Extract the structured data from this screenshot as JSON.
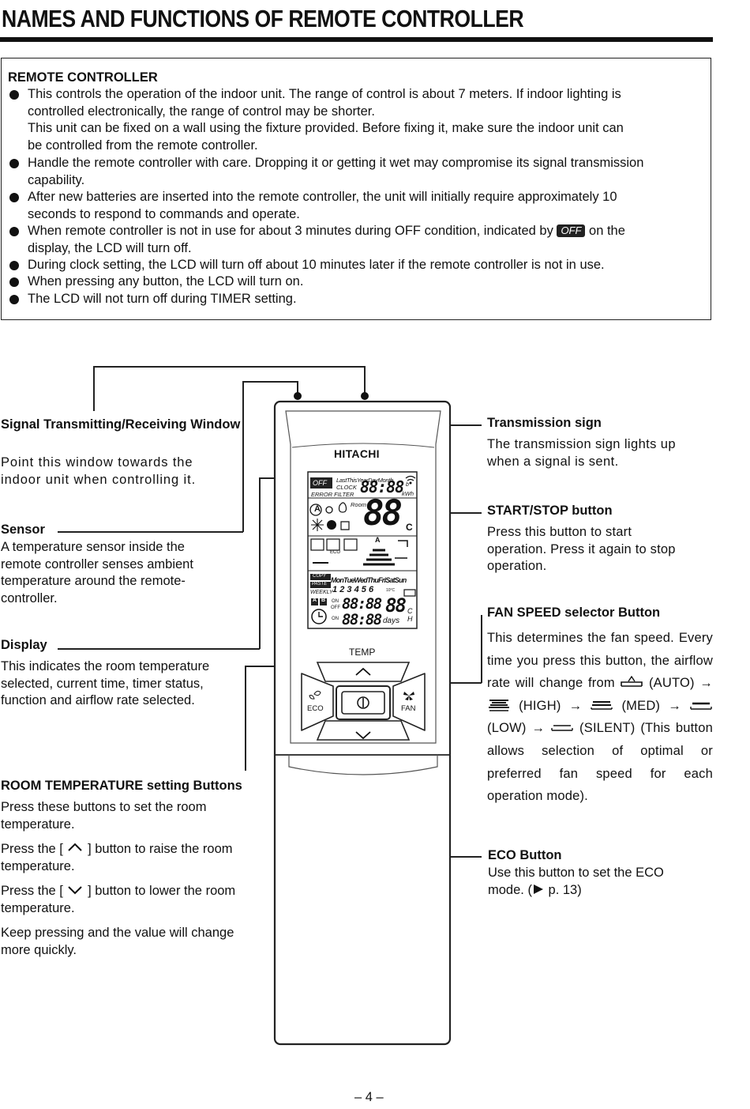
{
  "header": {
    "title": "NAMES AND FUNCTIONS OF REMOTE CONTROLLER"
  },
  "remote_controller_box": {
    "heading": "REMOTE CONTROLLER",
    "bullets": [
      {
        "lines": [
          "This controls the operation of the indoor unit. The range of control is about 7 meters. If indoor lighting is",
          "controlled electronically, the range of control may be shorter.",
          "This unit can be fixed on a wall using the fixture provided. Before fixing it, make sure the indoor unit can",
          "be controlled from the remote controller."
        ]
      },
      {
        "lines": [
          "Handle the remote controller with care. Dropping it or getting it wet may compromise its signal transmission",
          "capability."
        ]
      },
      {
        "lines": [
          "After new batteries are inserted into the remote controller, the unit will initially require approximately 10",
          "seconds to respond to commands and operate."
        ]
      },
      {
        "pre": "When remote controller is not in use for about 3 minutes during OFF condition, indicated by",
        "badge": "OFF",
        "post": "on the",
        "cont": "display, the LCD will turn off."
      },
      {
        "lines": [
          "During clock setting, the LCD will turn off about 10 minutes later if the remote controller is not in use."
        ]
      },
      {
        "lines": [
          "When pressing any button, the LCD will turn on."
        ]
      },
      {
        "lines": [
          "The LCD will not turn off during TIMER setting."
        ]
      }
    ]
  },
  "labels": {
    "signal_window": {
      "title": "Signal Transmitting/Receiving Window",
      "body": [
        "Point this window towards the",
        "indoor unit when controlling it."
      ]
    },
    "sensor": {
      "title": "Sensor",
      "body": [
        "A temperature sensor inside the",
        "remote controller senses ambient",
        "temperature around the remote-",
        "controller."
      ]
    },
    "display": {
      "title": "Display",
      "body": [
        "This indicates the room temperature",
        "selected, current time, timer status,",
        "function and airflow rate selected."
      ]
    },
    "room_temp": {
      "title": "ROOM TEMPERATURE setting Buttons",
      "body": [
        "Press these buttons to set the room",
        "temperature."
      ],
      "raise": [
        "Press the [",
        "] button to raise the room",
        "temperature."
      ],
      "lower": [
        "Press the [",
        "] button to lower the room",
        "temperature."
      ],
      "keep": [
        "Keep pressing and the value will change",
        "more quickly."
      ]
    },
    "transmission_sign": {
      "title": "Transmission sign",
      "body": [
        "The transmission sign lights up",
        "when a signal is sent."
      ]
    },
    "start_stop": {
      "title": "START/STOP button",
      "body": [
        "Press this button to start",
        "operation. Press it again to stop",
        "operation."
      ]
    },
    "fan_speed": {
      "title": "FAN SPEED selector Button",
      "intro": "This determines the fan speed. Every time you press this button, the airflow rate will change from",
      "auto": "(AUTO)",
      "high": "(HIGH)",
      "med": "(MED)",
      "low": "(LOW)",
      "silent": "(SILENT) (This button allows selection of optimal or preferred fan speed for each operation mode).",
      "arrow": "→"
    },
    "eco": {
      "title": "ECO Button",
      "body1": "Use this button to set the ECO",
      "body2_pre": "mode. (",
      "body2_post": "p. 13)"
    }
  },
  "remote": {
    "brand": "HITACHI",
    "lcd": {
      "off": "OFF",
      "period_labels": "LastThisYearDayMonth",
      "clock": "CLOCK",
      "error_filter": "ERROR FILTER",
      "kwh": "kWh",
      "room": "Room",
      "temp_digits": "88",
      "temp_unit": "C",
      "eco": "ECO",
      "copy": "COPY",
      "paste": "PASTE",
      "days_of_week": [
        "Mon",
        "Tue",
        "Wed",
        "Thu",
        "Fri",
        "Sat",
        "Sun"
      ],
      "weekly": "WEEKLY",
      "day_numbers": [
        "1",
        "2",
        "3",
        "4",
        "5",
        "6"
      ],
      "ab": [
        "A",
        "B"
      ],
      "on": "ON",
      "off_small": "OFF",
      "time_digits": "88:88",
      "timer_temp": "88",
      "days": "days",
      "ch": [
        "C",
        "H"
      ],
      "b": "b",
      "ten_c": "10°C",
      "a": "A"
    },
    "buttons": {
      "temp": "TEMP",
      "eco": "ECO",
      "fan": "FAN"
    }
  },
  "footer": {
    "page_number": "– 4 –"
  }
}
